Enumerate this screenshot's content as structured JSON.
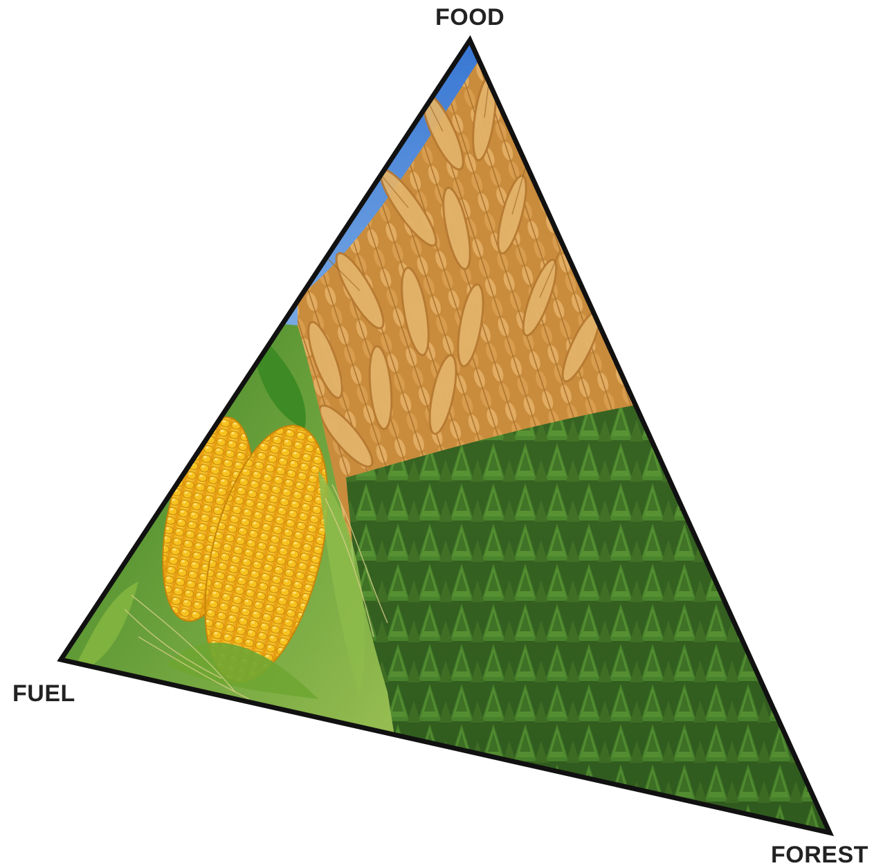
{
  "labels": {
    "top": "FOOD",
    "left": "FUEL",
    "right": "FOREST"
  },
  "colors": {
    "outline": "#111111",
    "sky": "#3f7fd6",
    "wheat": "#d39a4a",
    "corn": "#f2b91e",
    "corn_leaf": "#5f9a2a",
    "forest": "#3e6a26"
  },
  "icons": {
    "wheat": "wheat-field-image",
    "corn": "corn-cob-image",
    "forest": "conifer-forest-image"
  }
}
